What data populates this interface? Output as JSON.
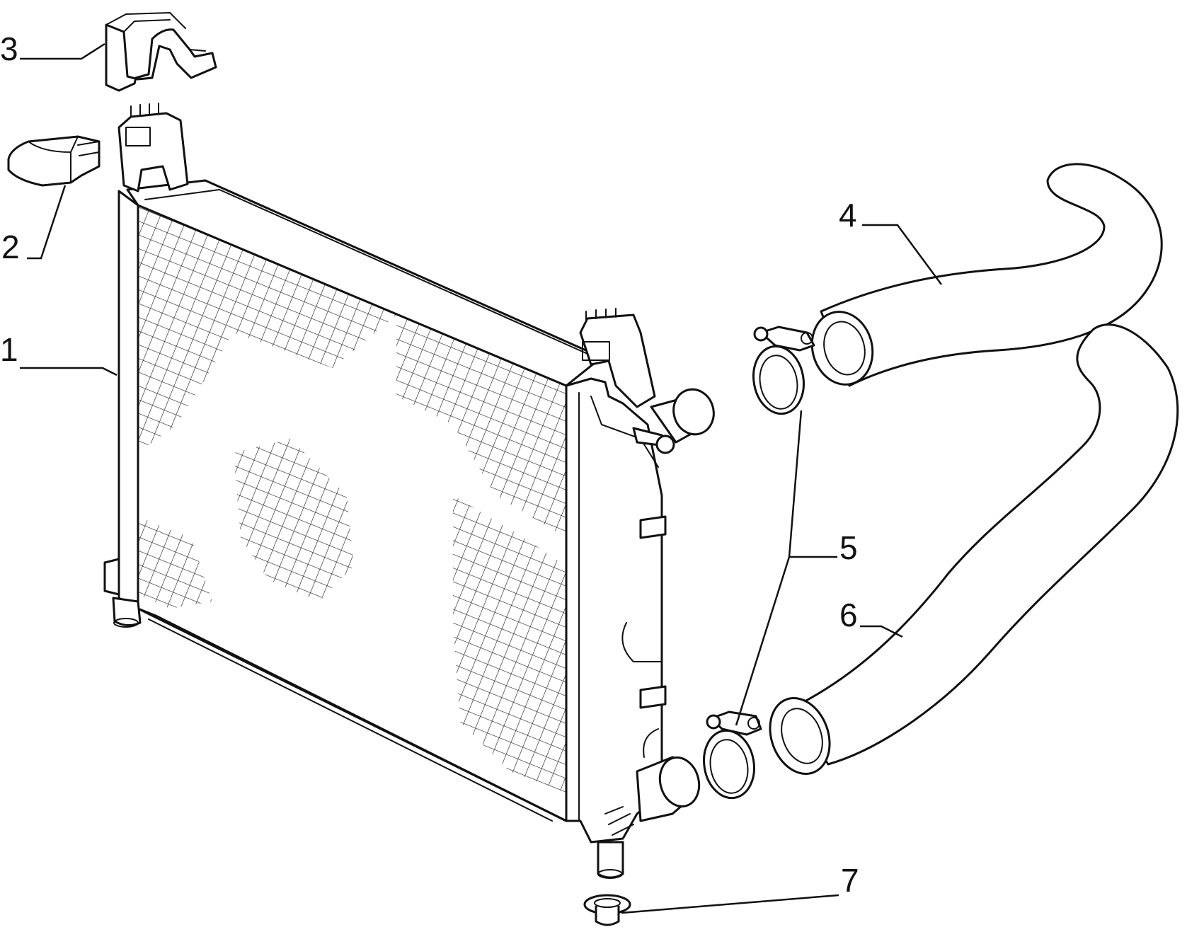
{
  "callouts": [
    {
      "id": 1,
      "text": "1"
    },
    {
      "id": 2,
      "text": "2"
    },
    {
      "id": 3,
      "text": "3"
    },
    {
      "id": 4,
      "text": "4"
    },
    {
      "id": 5,
      "text": "5"
    },
    {
      "id": 6,
      "text": "6"
    },
    {
      "id": 7,
      "text": "7"
    }
  ]
}
